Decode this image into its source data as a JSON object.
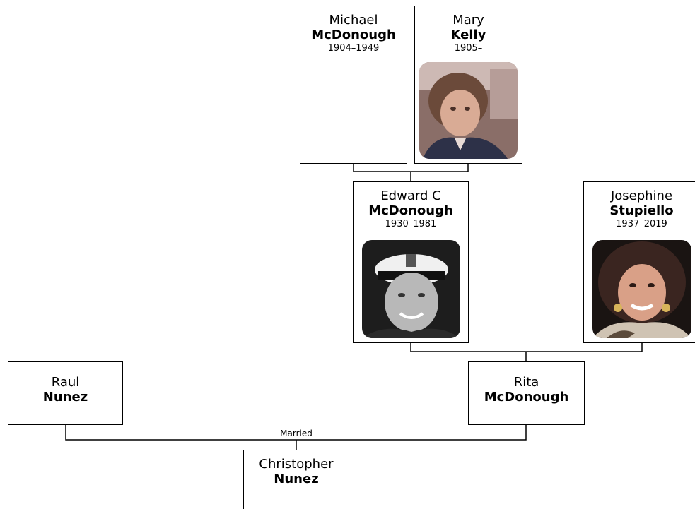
{
  "tree": {
    "people": {
      "michael": {
        "first": "Michael",
        "last": "McDonough",
        "years": "1904–1949"
      },
      "mary": {
        "first": "Mary",
        "last": "Kelly",
        "years": "1905–"
      },
      "edward": {
        "first": "Edward C",
        "last": "McDonough",
        "years": "1930–1981"
      },
      "josephine": {
        "first": "Josephine",
        "last": "Stupiello",
        "years": "1937–2019"
      },
      "raul": {
        "first": "Raul",
        "last": "Nunez"
      },
      "rita": {
        "first": "Rita",
        "last": "McDonough"
      },
      "christopher": {
        "first": "Christopher",
        "last": "Nunez"
      }
    },
    "married_label": "Married"
  }
}
